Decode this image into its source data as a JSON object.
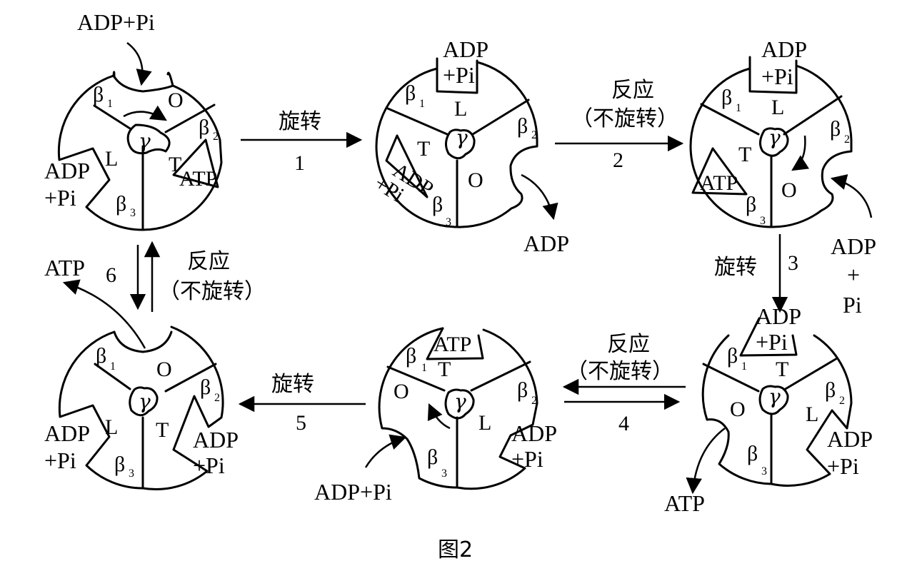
{
  "labels": {
    "adp_pi": "ADP+Pi",
    "adp": "ADP",
    "atp": "ATP",
    "pi_line": "+Pi",
    "plus": "+",
    "pi": "Pi",
    "gamma": "γ",
    "beta": "β",
    "sub1": "1",
    "sub2": "2",
    "sub3": "3",
    "state_o": "O",
    "state_l": "L",
    "state_t": "T"
  },
  "steps": {
    "rotate": "旋转",
    "react": "反应",
    "no_rotate": "（不旋转）",
    "s1": "1",
    "s2": "2",
    "s3": "3",
    "s4": "4",
    "s5": "5",
    "s6": "6"
  },
  "caption": "图2"
}
